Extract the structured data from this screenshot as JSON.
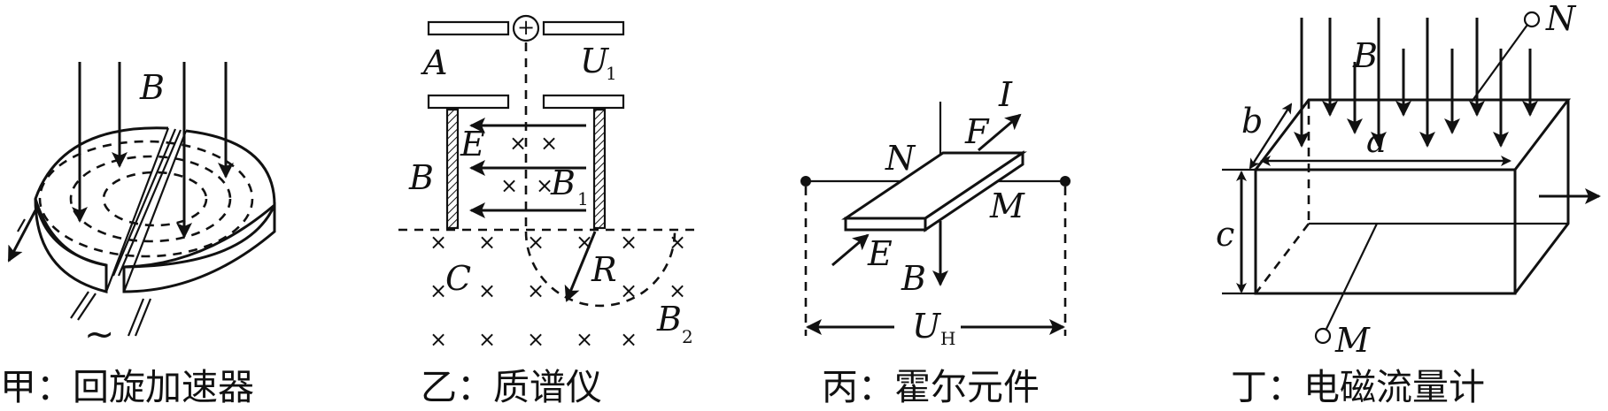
{
  "panels": {
    "cyclotron": {
      "label_B": "B",
      "ac_symbol": "~",
      "caption": "甲：回旋加速器"
    },
    "mass_spectrometer": {
      "plus_symbol": "+",
      "label_A": "A",
      "label_U": "U",
      "label_U_sub": "1",
      "label_E": "E",
      "label_B": "B",
      "label_B1": "B",
      "label_B1_sub": "1",
      "label_C": "C",
      "label_R": "R",
      "label_B2": "B",
      "label_B2_sub": "2",
      "cross_symbol": "×",
      "caption": "乙：质谱仪"
    },
    "hall_element": {
      "label_I": "I",
      "label_F": "F",
      "label_N": "N",
      "label_M": "M",
      "label_E": "E",
      "label_B": "B",
      "label_U": "U",
      "label_U_sub": "H",
      "caption": "丙：霍尔元件"
    },
    "flowmeter": {
      "label_N": "N",
      "label_B": "B",
      "label_b": "b",
      "label_a": "a",
      "label_c": "c",
      "label_M": "M",
      "caption": "丁：电磁流量计"
    }
  }
}
